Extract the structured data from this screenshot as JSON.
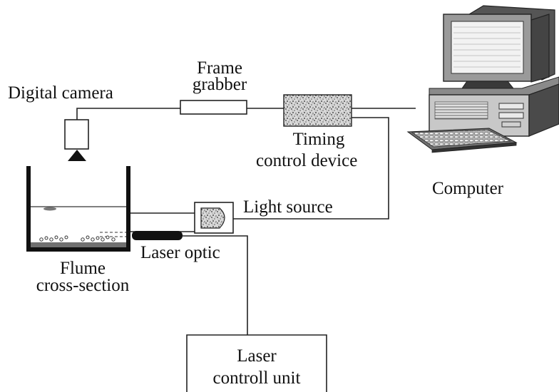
{
  "labels": {
    "frame_grabber_line1": "Frame",
    "frame_grabber_line2": "grabber",
    "digital_camera": "Digital camera",
    "timing_line1": "Timing",
    "timing_line2": "control device",
    "computer": "Computer",
    "light_source": "Light source",
    "laser_optic": "Laser optic",
    "flume_line1": "Flume",
    "flume_line2": "cross-section",
    "laser_unit_line1": "Laser",
    "laser_unit_line2": "controll unit"
  }
}
